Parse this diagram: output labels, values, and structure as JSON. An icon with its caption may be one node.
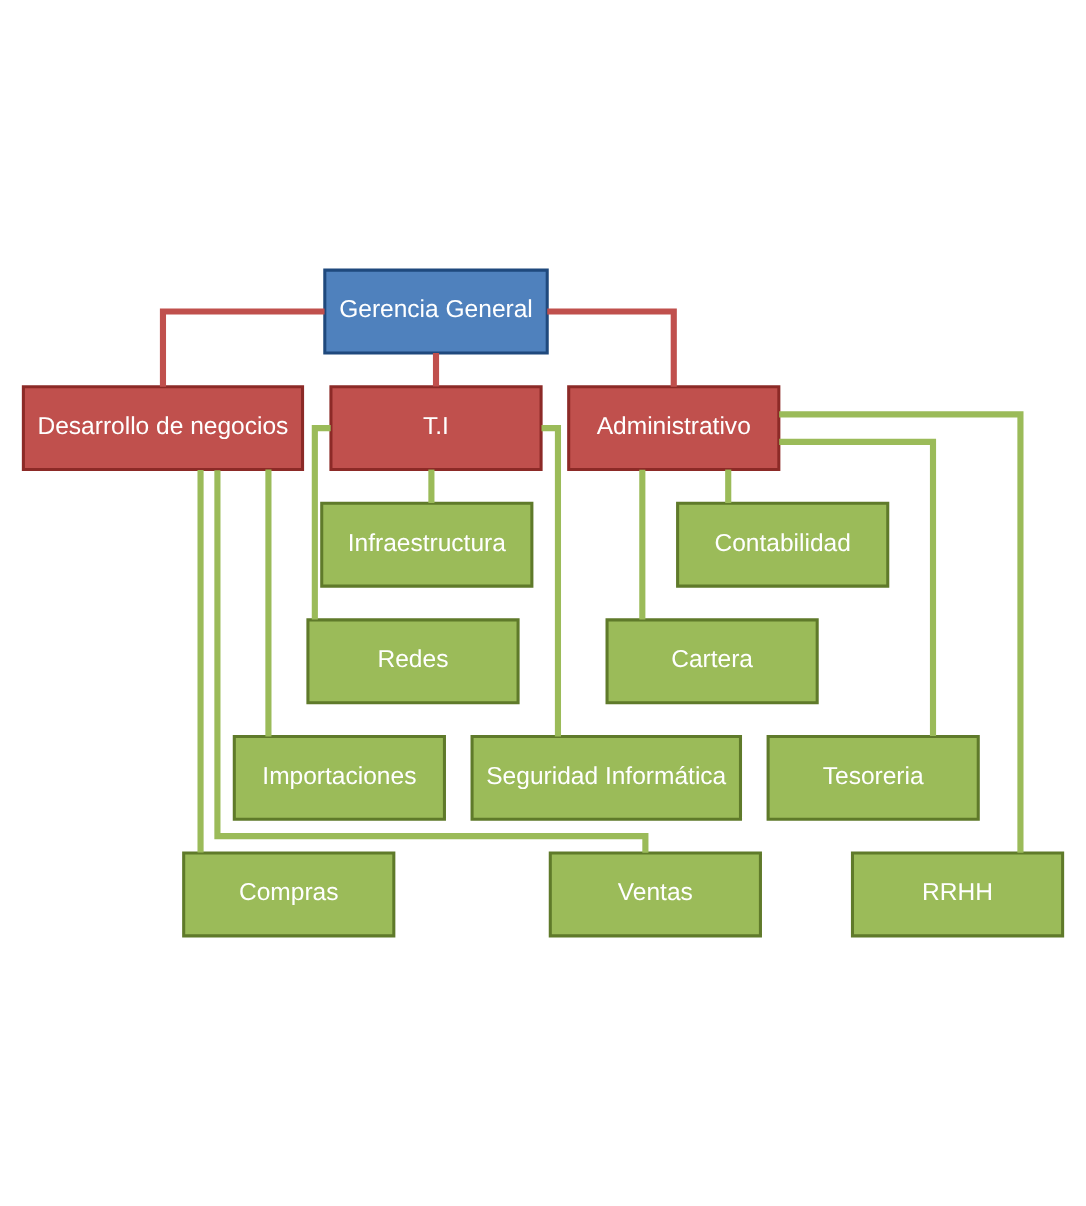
{
  "diagram": {
    "nodes": [
      {
        "text": [
          "Gerencia General"
        ]
      },
      {
        "text": [
          "Desarrollo de negocios"
        ]
      },
      {
        "text": [
          "T.I"
        ]
      },
      {
        "text": [
          "Administrativo"
        ]
      },
      {
        "text": [
          "Compras"
        ]
      },
      {
        "text": [
          "Ventas"
        ]
      },
      {
        "text": [
          "Importaciones"
        ]
      },
      {
        "text": [
          "Infraestructura"
        ]
      },
      {
        "text": [
          "Redes"
        ]
      },
      {
        "text": [
          "Seguridad Informática"
        ]
      },
      {
        "text": [
          "Contabilidad"
        ]
      },
      {
        "text": [
          "Cartera"
        ]
      },
      {
        "text": [
          "Tesoreria"
        ]
      },
      {
        "text": [
          "RRHH"
        ]
      }
    ],
    "edges": [
      {
        "from": 0,
        "to": 1,
        "arrow": "none",
        "color": "#c0504d"
      },
      {
        "from": 0,
        "to": 2,
        "arrow": "none",
        "color": "#c0504d"
      },
      {
        "from": 0,
        "to": 3,
        "arrow": "none",
        "color": "#c0504d"
      },
      {
        "from": 1,
        "to": 4,
        "arrow": "none"
      },
      {
        "from": 1,
        "to": 5,
        "arrow": "none"
      },
      {
        "from": 1,
        "to": 6,
        "arrow": "none"
      },
      {
        "from": 2,
        "to": 7,
        "arrow": "none"
      },
      {
        "from": 2,
        "to": 8,
        "arrow": "none"
      },
      {
        "from": 2,
        "to": 9,
        "arrow": "none"
      },
      {
        "from": 3,
        "to": 10,
        "arrow": "none"
      },
      {
        "from": 3,
        "to": 11,
        "arrow": "none"
      },
      {
        "from": 3,
        "to": 12,
        "arrow": "none"
      },
      {
        "from": 3,
        "to": 13,
        "arrow": "none"
      }
    ]
  }
}
